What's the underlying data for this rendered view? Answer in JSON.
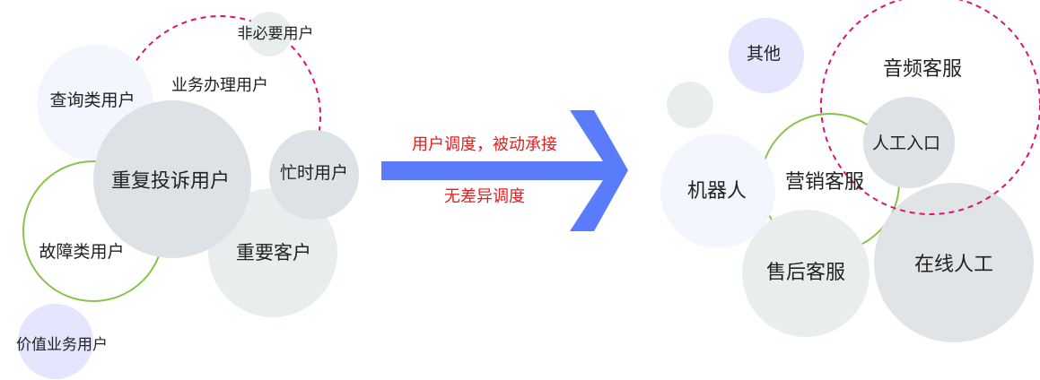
{
  "left_group": {
    "unnecessary_users": "非必要用户",
    "business_users": "业务办理用户",
    "query_users": "查询类用户",
    "repeat_complaint_users": "重复投诉用户",
    "busy_users": "忙时用户",
    "fault_users": "故障类用户",
    "important_customers": "重要客户",
    "value_business_users": "价值业务用户"
  },
  "arrow": {
    "label_top": "用户调度，被动承接",
    "label_bottom": "无差异调度"
  },
  "right_group": {
    "other": "其他",
    "audio_service": "音频客服",
    "manual_entry": "人工入口",
    "robot": "机器人",
    "marketing_service": "营销客服",
    "after_sales_service": "售后客服",
    "online_manual": "在线人工"
  },
  "colors": {
    "dashed_circle": "#e0136a",
    "green_circle": "#8bc34a",
    "arrow_fill": "#5b7cfa",
    "arrow_text": "#e02020",
    "bubble_light_blue": "#f3f6fd",
    "bubble_gray": "#dde2e6",
    "bubble_lavender": "#e3e6fc",
    "bubble_pale_gray": "#e8eeee",
    "bubble_gray_dark": "#e1e4e7"
  }
}
